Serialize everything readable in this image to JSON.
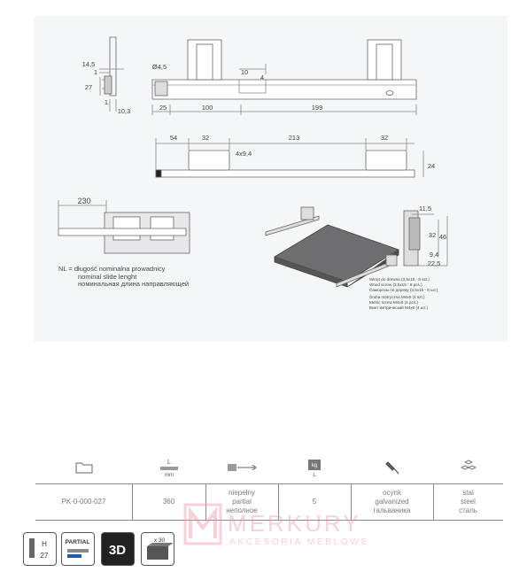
{
  "drawing": {
    "top_view": {
      "dims": [
        "14,5",
        "1",
        "27",
        "1",
        "10,3"
      ],
      "side_dims": [
        "Ø4,5",
        "10",
        "4",
        "25",
        "100",
        "199"
      ]
    },
    "front_view": {
      "dims": [
        "54",
        "32",
        "213",
        "32",
        "4x9,4",
        "24"
      ]
    },
    "extension": {
      "dim": "230"
    },
    "nl_note": [
      "NL = długość nominalna prowadnicy",
      "nominal slide lenght",
      "номинальная длина направляющей"
    ],
    "profile": {
      "dims": [
        "11,5",
        "32",
        "46",
        "9,4",
        "22,5"
      ]
    },
    "screw_note": [
      "Wkręt do drewna (3,5x15 - 8 szt.)",
      "Wood screw (3,5x15 - 8 pcs.)",
      "Саморезы по дереву (3,5x15 - 8 шт.)",
      "Śruba metryczna M4x6 (4 szt.)",
      "Metric screw M4x6 (4 pcs.)",
      "Винт метрический M4x6 (4 шт.)"
    ]
  },
  "spec": {
    "icons": [
      "folder-icon",
      "length-icon",
      "extension-icon",
      "weight-icon",
      "finish-icon",
      "material-icon"
    ],
    "length_icon_label": "L",
    "length_icon_unit": "mm",
    "weight_icon_label": "kg",
    "weight_icon_unit": "L",
    "code": "PK-0-000-027",
    "length": "360",
    "extension": [
      "niepełny",
      "partial",
      "неполное"
    ],
    "load": "5",
    "finish": [
      "ocynk",
      "galvanized",
      "гальваника"
    ],
    "material": [
      "stal",
      "steel",
      "сталь"
    ]
  },
  "badges": {
    "height": {
      "letter": "H",
      "value": "27"
    },
    "partial": {
      "label": "PARTIAL"
    },
    "three_d": {
      "label": "3D"
    },
    "pack": {
      "label": "x 30"
    }
  },
  "logo": {
    "name": "MERKURY",
    "tagline": "AKCESORIA MEBLOWE"
  },
  "colors": {
    "panel": "#f5f6f8",
    "line": "#555555",
    "logo": "#f19aa6"
  }
}
